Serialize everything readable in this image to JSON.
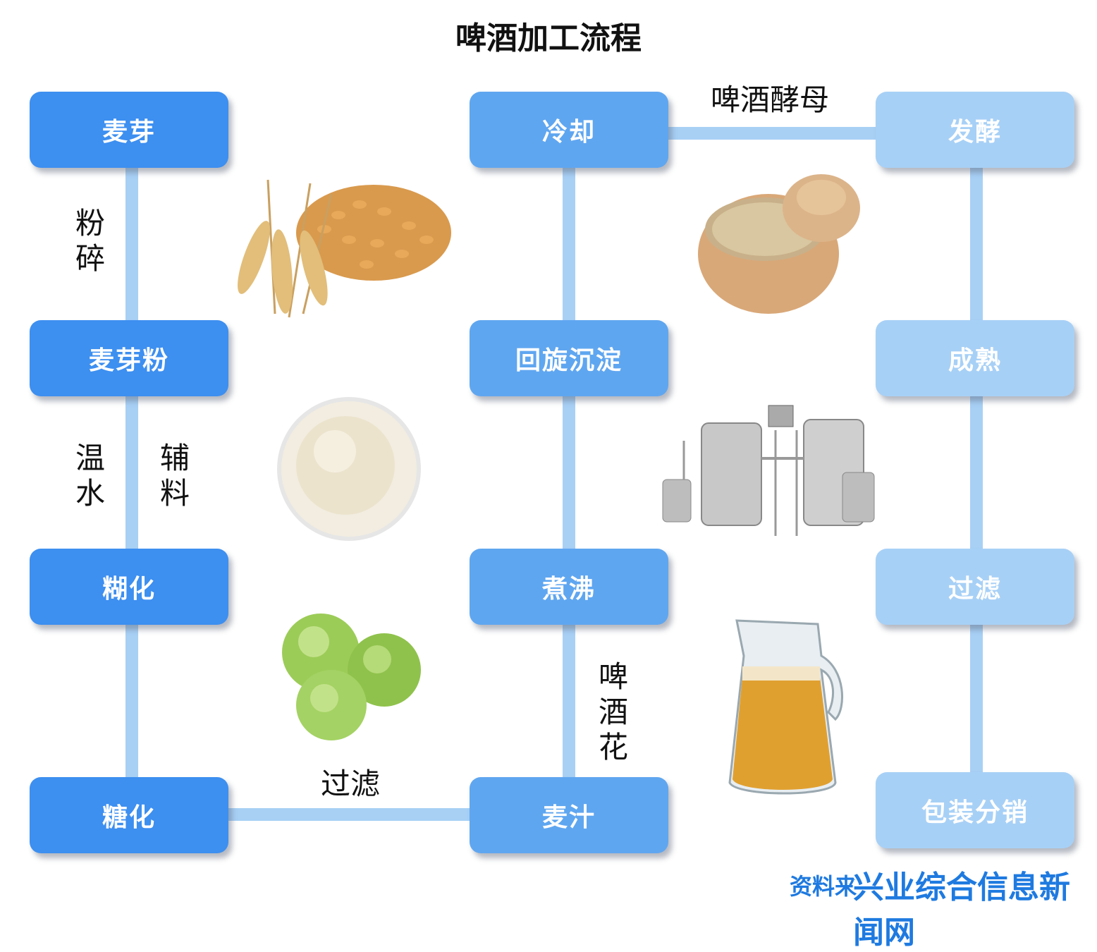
{
  "title": "啤酒加工流程",
  "nodes": {
    "maiya": "麦芽",
    "maiyafen": "麦芽粉",
    "huhua": "糊化",
    "tanghua": "糖化",
    "lengque": "冷却",
    "huixuan": "回旋沉淀",
    "zhufei": "煮沸",
    "maizhi": "麦汁",
    "fajiao": "发酵",
    "chengshu": "成熟",
    "guolv": "过滤",
    "baozhuang": "包装分销"
  },
  "labels": {
    "fensui": "粉碎",
    "wenshui": "温水",
    "fuliao": "辅料",
    "guolv_bottom": "过滤",
    "pijiuhua": "啤酒花",
    "pijiujiaomu": "啤酒酵母"
  },
  "footer": {
    "source": "资料来",
    "watermark": "兴业综合信息新闻网"
  },
  "colors": {
    "node_dark": "#3d8ff0",
    "node_mid": "#5fa6f0",
    "node_light": "#a7d0f6",
    "connector": "#a8d0f5"
  }
}
